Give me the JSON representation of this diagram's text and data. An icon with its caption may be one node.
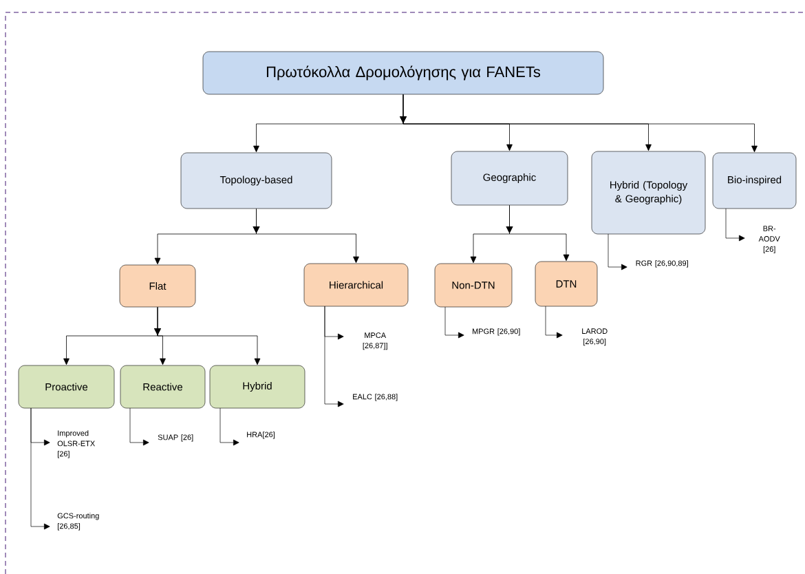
{
  "diagram": {
    "nodes": [
      {
        "text": [
          "Πρωτόκολλα Δρομολόγησης για FANETs"
        ]
      },
      {
        "text": [
          "Topology-based"
        ]
      },
      {
        "text": [
          "Geographic"
        ]
      },
      {
        "text": [
          "Hybrid (Topology & Geographic)"
        ]
      },
      {
        "text": [
          "Bio-inspired"
        ]
      },
      {
        "text": [
          "Flat"
        ]
      },
      {
        "text": [
          "Hierarchical"
        ]
      },
      {
        "text": [
          "Non-DTN"
        ]
      },
      {
        "text": [
          "DTN"
        ]
      },
      {
        "text": [
          "Proactive"
        ]
      },
      {
        "text": [
          "Reactive"
        ]
      },
      {
        "text": [
          "Hybrid"
        ]
      },
      {
        "text": [
          "Improved OLSR-ETX [26]"
        ]
      },
      {
        "text": [
          "GCS-routing [26,85]"
        ]
      },
      {
        "text": [
          "SUAP [26]"
        ]
      },
      {
        "text": [
          "HRA[26]"
        ]
      },
      {
        "text": [
          "MPCA [26,87]]"
        ]
      },
      {
        "text": [
          "EALC [26,88]"
        ]
      },
      {
        "text": [
          "MPGR [26,90]"
        ]
      },
      {
        "text": [
          "LAROD [26,90]"
        ]
      },
      {
        "text": [
          "RGR [26,90,89]"
        ]
      },
      {
        "text": [
          "BR-AODV [26]"
        ]
      }
    ],
    "edges": [
      {
        "from": 0,
        "to": 1,
        "arrow": "to"
      },
      {
        "from": 0,
        "to": 2,
        "arrow": "to"
      },
      {
        "from": 0,
        "to": 3,
        "arrow": "to"
      },
      {
        "from": 0,
        "to": 4,
        "arrow": "to"
      },
      {
        "from": 1,
        "to": 5,
        "arrow": "to"
      },
      {
        "from": 1,
        "to": 6,
        "arrow": "to"
      },
      {
        "from": 2,
        "to": 7,
        "arrow": "to"
      },
      {
        "from": 2,
        "to": 8,
        "arrow": "to"
      },
      {
        "from": 5,
        "to": 9,
        "arrow": "to"
      },
      {
        "from": 5,
        "to": 10,
        "arrow": "to"
      },
      {
        "from": 5,
        "to": 11,
        "arrow": "to"
      },
      {
        "from": 9,
        "to": 12,
        "arrow": "to"
      },
      {
        "from": 9,
        "to": 13,
        "arrow": "to"
      },
      {
        "from": 10,
        "to": 14,
        "arrow": "to"
      },
      {
        "from": 11,
        "to": 15,
        "arrow": "to"
      },
      {
        "from": 6,
        "to": 16,
        "arrow": "to"
      },
      {
        "from": 6,
        "to": 17,
        "arrow": "to"
      },
      {
        "from": 7,
        "to": 18,
        "arrow": "to"
      },
      {
        "from": 8,
        "to": 19,
        "arrow": "to"
      },
      {
        "from": 3,
        "to": 20,
        "arrow": "to"
      },
      {
        "from": 4,
        "to": 21,
        "arrow": "to"
      }
    ]
  }
}
